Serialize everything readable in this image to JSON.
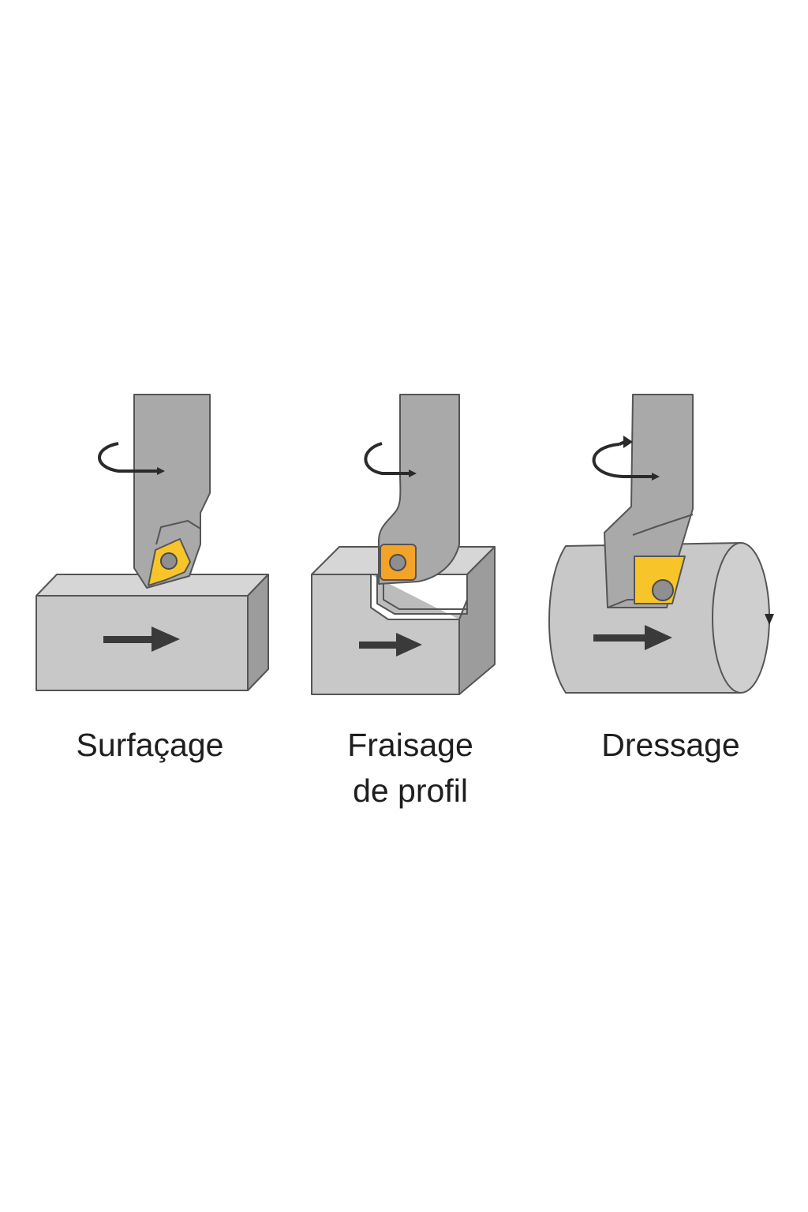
{
  "panels": [
    {
      "label_lines": [
        "Surfaçage"
      ],
      "workpiece": "rectangular-block",
      "insert_shape": "rhombic-insert"
    },
    {
      "label_lines": [
        "Fraisage",
        "de profil"
      ],
      "workpiece": "stepped-block",
      "insert_shape": "square-insert"
    },
    {
      "label_lines": [
        "Dressage"
      ],
      "workpiece": "cylinder",
      "insert_shape": "square-insert"
    }
  ],
  "colors": {
    "background": "#ffffff",
    "tool": "#a9a9a9",
    "tool_outline": "#555555",
    "block_front": "#c8c8c8",
    "block_top": "#d6d6d6",
    "block_side": "#9c9c9c",
    "insert_yellow": "#f7c52a",
    "insert_orange": "#f2a32a",
    "screw": "#8f8f8f",
    "arrow": "#3a3a3a",
    "text": "#1e1e1e"
  }
}
